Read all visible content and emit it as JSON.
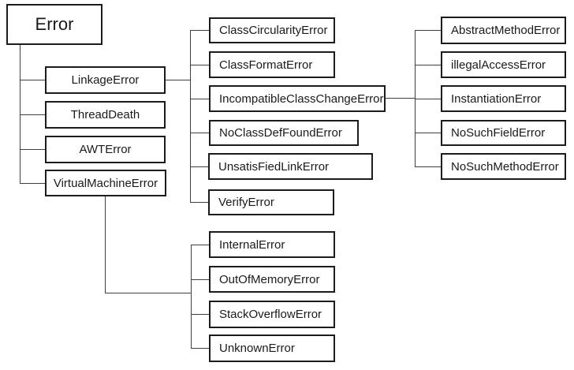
{
  "colors": {
    "background": "#ffffff",
    "box_border": "#1c1c1c",
    "connector_line": "#3f3f3f",
    "text": "#1a1a1a"
  },
  "tree": {
    "label": "Error",
    "children": [
      {
        "label": "LinkageError",
        "children": [
          {
            "label": "ClassCircularityError"
          },
          {
            "label": "ClassFormatError"
          },
          {
            "label": "IncompatibleClassChangeError",
            "children": [
              {
                "label": "AbstractMethodError"
              },
              {
                "label": "illegalAccessError"
              },
              {
                "label": "InstantiationError"
              },
              {
                "label": "NoSuchFieldError"
              },
              {
                "label": "NoSuchMethodError"
              }
            ]
          },
          {
            "label": "NoClassDefFoundError"
          },
          {
            "label": "UnsatisFiedLinkError"
          },
          {
            "label": "VerifyError"
          }
        ]
      },
      {
        "label": "ThreadDeath"
      },
      {
        "label": "AWTError"
      },
      {
        "label": "VirtualMachineError",
        "children": [
          {
            "label": "InternalError"
          },
          {
            "label": "OutOfMemoryError"
          },
          {
            "label": "StackOverflowError"
          },
          {
            "label": "UnknownError"
          }
        ]
      }
    ]
  }
}
